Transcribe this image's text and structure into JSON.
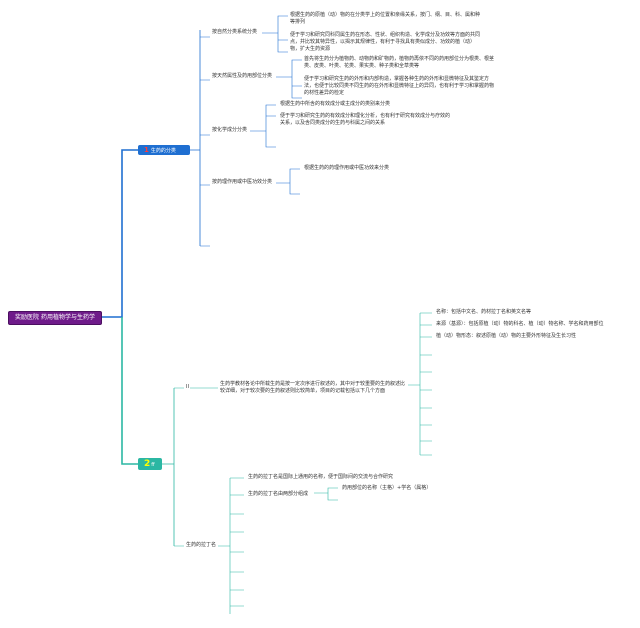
{
  "root": {
    "label": "奖励医院 药用植物学与生药学"
  },
  "branch1": {
    "number": "1",
    "label": "生药的分类",
    "groups": [
      {
        "label": "按自然分类系统分类",
        "items": [
          "根据生药的原植（动）物的在分类学上的位置和亲缘关系，按门、纲、目、科、属和种等排列",
          "便于学习和研究同科同属生药在形态、性状、组织构造、化学成分及功效等方面的共同点，并比较其特异性，以揭示其规律性，有利于寻找具有类似成分、功效的植（动）物，扩大生药资源"
        ]
      },
      {
        "label": "按天然属性及药用部位分类",
        "items": [
          "首先将生药分为植物药、动物药和矿物药，植物药再依不同的药用部位分为根类、根茎类、皮类、叶类、花类、果实类、种子类和全草类等",
          "便于学习和研究生药的外形和内部构造，掌握各种生药的外形和显微特征及其鉴定方法，也便于比较同类不同生药的在外形和显微特征上的异同，也有利于学习和掌握药物的材性差异的检定"
        ]
      },
      {
        "label": "按化学成分分类",
        "items": [
          "根据生药中所含的有效成分或主成分的类别来分类",
          "便于学习和研究生药的有效成分和理化分析，也有利于研究有效成分与疗效的关系，以及含同类成分的生药与科属之间的关系"
        ]
      },
      {
        "label": "按药理作用或中医功效分类",
        "items": [
          "根据生药的药理作用或中医功效来分类"
        ]
      }
    ]
  },
  "branch2": {
    "number": "2",
    "suffix": "ff",
    "sub1": {
      "label": "II",
      "description": "生药学教材各论中所载生药是按一定次序进行叙述的，其中对于较重要的生药叙述比较详细，对于较次要的生药叙述则比较简单，项目的记载包括以下几个方面",
      "items": [
        "名称：包括中文名、药材拉丁名和英文名等",
        "来源（基源）：包括原植（动）物的科名、植（动）物名称、学名和药用部位",
        "植（动）物形态：叙述原植（动）物的主要外形特征及生长习性"
      ]
    },
    "sub2": {
      "label": "生药的拉丁名",
      "items": [
        "生药的拉丁名是国际上通用的名称，便于国际间的交流与合作研究",
        "生药的拉丁名由两部分组成"
      ],
      "detail": "药用部位的名称（主格）+学名（属格）"
    }
  }
}
